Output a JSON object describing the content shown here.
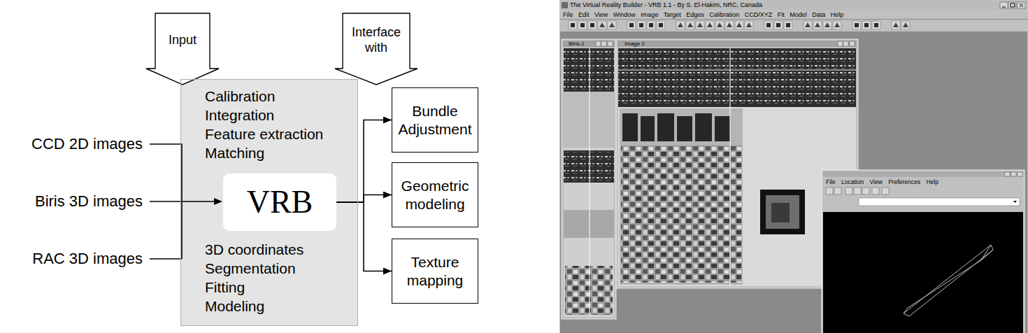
{
  "diagram": {
    "nodes": [
      {
        "text": [
          "Input"
        ]
      },
      {
        "text": [
          "Interface with"
        ]
      },
      {
        "text": [
          "Calibration Integration Feature extraction Matching",
          "3D coordinates Segmentation Fitting Modeling"
        ]
      },
      {
        "text": [
          "VRB"
        ],
        "in": 2
      },
      {
        "text": [
          "Bundle Adjustment"
        ]
      },
      {
        "text": [
          "Geometric modeling"
        ]
      },
      {
        "text": [
          "Texture mapping"
        ]
      }
    ],
    "edges": [
      {
        "from": 3,
        "to": 4,
        "arrow": "to"
      },
      {
        "from": 3,
        "to": 5,
        "arrow": "to"
      },
      {
        "from": 3,
        "to": 6,
        "arrow": "to"
      }
    ],
    "labels": [
      "CCD 2D images",
      "Biris 3D images",
      "RAC 3D images",
      "The Virtual Reality Builder - VRB 1.1 - By S. El-Hakim, NRC, Canada",
      "File Edit View Window Image Target Edges Calibration CCD/XYZ Fit Model Data Help",
      "Biris-1",
      "Image 2",
      "File Location View Preferences Help"
    ]
  }
}
